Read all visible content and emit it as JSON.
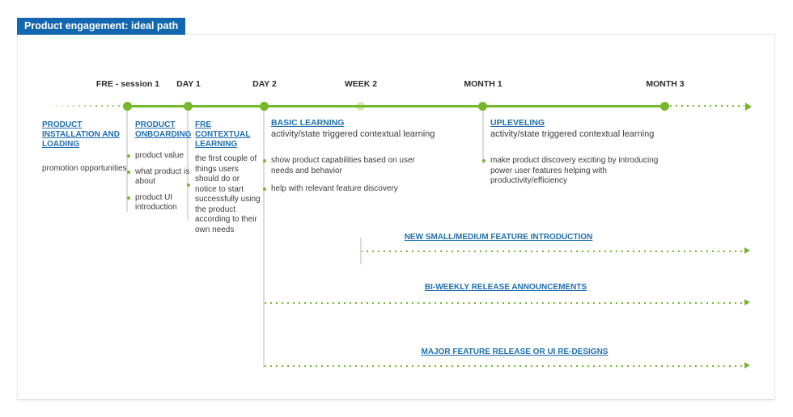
{
  "title": "Product engagement: ideal path",
  "colors": {
    "accent_green": "#76B82B",
    "title_bar_blue": "#1267B0",
    "link_blue": "#1F6FB2",
    "text_dark": "#3B3B3B"
  },
  "timeline": {
    "milestones": [
      {
        "label": "FRE - session 1"
      },
      {
        "label": "DAY 1"
      },
      {
        "label": "DAY 2"
      },
      {
        "label": "WEEK 2"
      },
      {
        "label": "MONTH 1"
      },
      {
        "label": "MONTH 3"
      }
    ]
  },
  "stages": [
    {
      "heading": "PRODUCT INSTALLATION AND LOADING",
      "note": "promotion opportunities"
    },
    {
      "heading": "PRODUCT ONBOARDING",
      "bullets": [
        "product value",
        "what product is about",
        "product UI introduction"
      ]
    },
    {
      "heading": "FRE CONTEXTUAL LEARNING",
      "bullets": [
        "the first couple of things users should do or notice to start successfully using the product according to their own needs"
      ]
    },
    {
      "heading": "BASIC LEARNING",
      "subtitle": "activity/state triggered contextual learning",
      "bullets": [
        "show product capabilities based on user needs and behavior",
        "help with relevant feature discovery"
      ]
    },
    {
      "heading": "UPLEVELING",
      "subtitle": "activity/state triggered contextual learning",
      "bullets": [
        "make product discovery exciting by introducing power user features helping with productivity/efficiency"
      ]
    }
  ],
  "release_tracks": [
    {
      "label": "NEW SMALL/MEDIUM FEATURE INTRODUCTION"
    },
    {
      "label": "BI-WEEKLY RELEASE ANNOUNCEMENTS"
    },
    {
      "label": "MAJOR FEATURE RELEASE OR UI RE-DESIGNS"
    }
  ]
}
